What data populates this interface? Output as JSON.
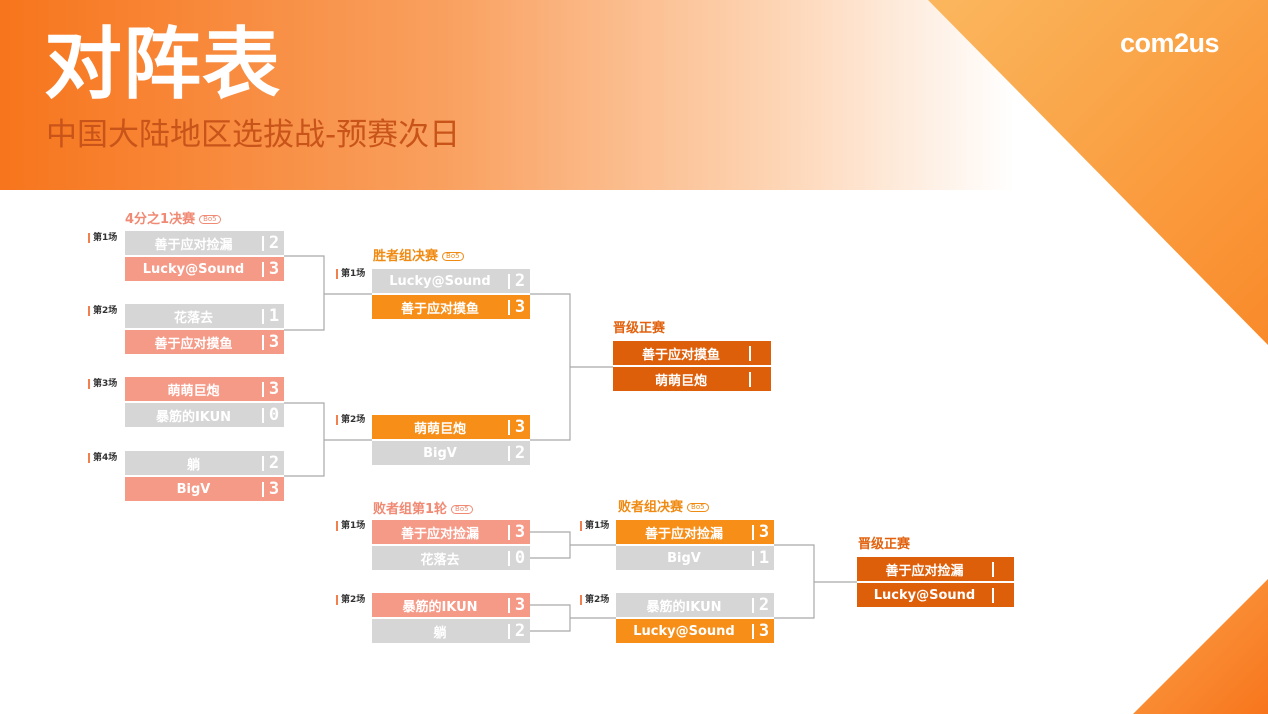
{
  "header": {
    "title": "对阵表",
    "subtitle": "中国大陆地区选拔战-预赛次日",
    "logo": "com2us"
  },
  "rounds": {
    "quarterfinal": "4分之1决赛",
    "winners_final": "胜者组决赛",
    "advance_top": "晋级正赛",
    "losers_r1": "败者组第1轮",
    "losers_final": "败者组决赛",
    "advance_bottom": "晋级正赛",
    "bo5": "Bo5"
  },
  "match_tags": {
    "m1": "第1场",
    "m2": "第2场",
    "m3": "第3场",
    "m4": "第4场"
  },
  "quarterfinals": [
    {
      "tag": "第1场",
      "top": {
        "name": "善于应对捡漏",
        "score": "2"
      },
      "bottom": {
        "name": "Lucky@Sound",
        "score": "3"
      }
    },
    {
      "tag": "第2场",
      "top": {
        "name": "花落去",
        "score": "1"
      },
      "bottom": {
        "name": "善于应对摸鱼",
        "score": "3"
      }
    },
    {
      "tag": "第3场",
      "top": {
        "name": "萌萌巨炮",
        "score": "3"
      },
      "bottom": {
        "name": "暴筋的IKUN",
        "score": "0"
      }
    },
    {
      "tag": "第4场",
      "top": {
        "name": "躺",
        "score": "2"
      },
      "bottom": {
        "name": "BigV",
        "score": "3"
      }
    }
  ],
  "winners_final": [
    {
      "tag": "第1场",
      "top": {
        "name": "Lucky@Sound",
        "score": "2"
      },
      "bottom": {
        "name": "善于应对摸鱼",
        "score": "3"
      }
    },
    {
      "tag": "第2场",
      "top": {
        "name": "萌萌巨炮",
        "score": "3"
      },
      "bottom": {
        "name": "BigV",
        "score": "2"
      }
    }
  ],
  "advance_top": {
    "top": {
      "name": "善于应对摸鱼",
      "score": ""
    },
    "bottom": {
      "name": "萌萌巨炮",
      "score": ""
    }
  },
  "losers_r1": [
    {
      "tag": "第1场",
      "top": {
        "name": "善于应对捡漏",
        "score": "3"
      },
      "bottom": {
        "name": "花落去",
        "score": "0"
      }
    },
    {
      "tag": "第2场",
      "top": {
        "name": "暴筋的IKUN",
        "score": "3"
      },
      "bottom": {
        "name": "躺",
        "score": "2"
      }
    }
  ],
  "losers_final": [
    {
      "tag": "第1场",
      "top": {
        "name": "善于应对捡漏",
        "score": "3"
      },
      "bottom": {
        "name": "BigV",
        "score": "1"
      }
    },
    {
      "tag": "第2场",
      "top": {
        "name": "暴筋的IKUN",
        "score": "2"
      },
      "bottom": {
        "name": "Lucky@Sound",
        "score": "3"
      }
    }
  ],
  "advance_bottom": {
    "top": {
      "name": "善于应对捡漏",
      "score": ""
    },
    "bottom": {
      "name": "Lucky@Sound",
      "score": ""
    }
  },
  "colors": {
    "gray": "#d6d6d6",
    "salmon": "#f69a88",
    "orange": "#f78e18",
    "dark_orange": "#de5f0a"
  }
}
